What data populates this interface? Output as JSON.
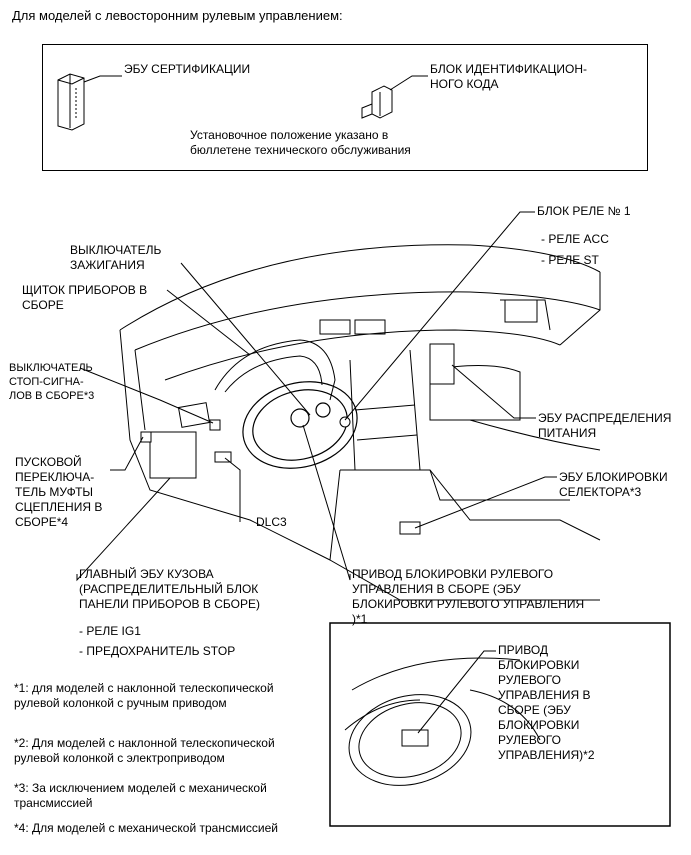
{
  "header": "Для моделей с левосторонним рулевым управлением:",
  "top_box": {
    "ecu_cert": "ЭБУ СЕРТИФИКАЦИИ",
    "id_code_block": "БЛОК ИДЕНТИФИКАЦИОН-\nНОГО КОДА",
    "install_note": "Установочное положение указано в\nбюллетене технического обслуживания"
  },
  "labels": {
    "relay_block_1": "БЛОК РЕЛЕ № 1",
    "relay_acc": "- РЕЛЕ ACC",
    "relay_st": "- РЕЛЕ ST",
    "ignition_switch": "ВЫКЛЮЧАТЕЛЬ\nЗАЖИГАНИЯ",
    "instrument_cluster": "ЩИТОК ПРИБОРОВ В\nСБОРЕ",
    "stop_lamp_switch": "ВЫКЛЮЧАТЕЛЬ\nСТОП-СИГНА-\nЛОВ В СБОРЕ*3",
    "power_dist_ecu": "ЭБУ РАСПРЕДЕЛЕНИЯ\nПИТАНИЯ",
    "clutch_start_switch": "ПУСКОВОЙ\nПЕРЕКЛЮЧА-\nТЕЛЬ МУФТЫ\nСЦЕПЛЕНИЯ В\nСБОРЕ*4",
    "shift_lock_ecu": "ЭБУ БЛОКИРОВКИ\nСЕЛЕКТОРА*3",
    "dlc3": "DLC3",
    "main_body_ecu": "ГЛАВНЫЙ ЭБУ КУЗОВА\n(РАСПРЕДЕЛИТЕЛЬНЫЙ БЛОК\nПАНЕЛИ ПРИБОРОВ В СБОРЕ)",
    "relay_ig1": "- РЕЛЕ IG1",
    "fuse_stop": "- ПРЕДОХРАНИТЕЛЬ STOP",
    "steering_lock_1": "ПРИВОД БЛОКИРОВКИ РУЛЕВОГО\nУПРАВЛЕНИЯ В СБОРЕ (ЭБУ\nБЛОКИРОВКИ РУЛЕВОГО УПРАВЛЕНИЯ\n)*1",
    "steering_lock_2": "ПРИВОД\nБЛОКИРОВКИ\nРУЛЕВОГО\nУПРАВЛЕНИЯ В\nСБОРЕ (ЭБУ\nБЛОКИРОВКИ\nРУЛЕВОГО\nУПРАВЛЕНИЯ)*2"
  },
  "footnotes": [
    "*1: для моделей с наклонной телескопической\nрулевой колонкой с ручным приводом",
    "*2: Для моделей с наклонной телескопической\nрулевой колонкой с электроприводом",
    "*3: За исключением моделей с механической\nтрансмиссией",
    "*4: Для моделей с механической трансмиссией"
  ]
}
